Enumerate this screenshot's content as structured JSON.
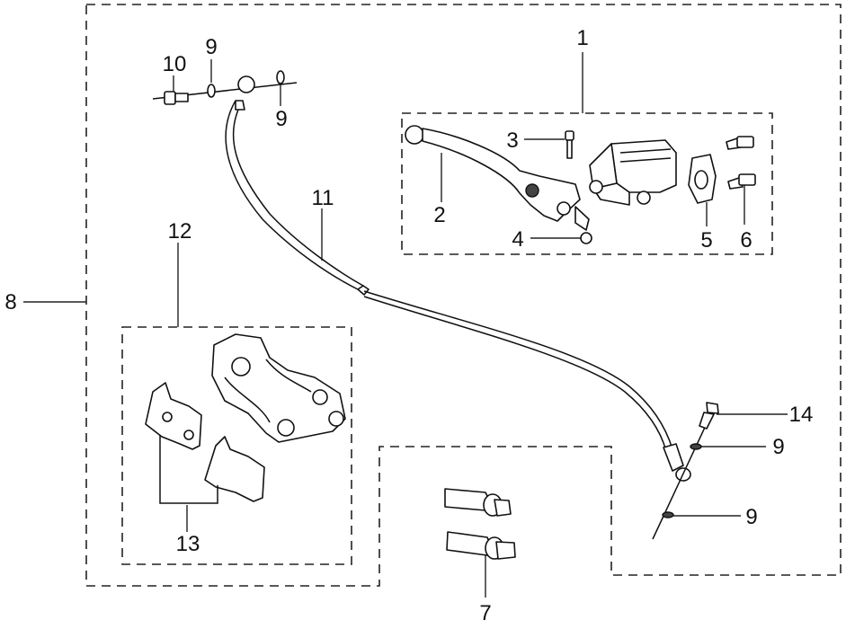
{
  "callouts": {
    "c1": "1",
    "c2": "2",
    "c3": "3",
    "c4": "4",
    "c5": "5",
    "c6": "6",
    "c7": "7",
    "c8": "8",
    "c9a": "9",
    "c9b": "9",
    "c9c": "9",
    "c9d": "9",
    "c10": "10",
    "c11": "11",
    "c12": "12",
    "c13": "13",
    "c14": "14"
  }
}
